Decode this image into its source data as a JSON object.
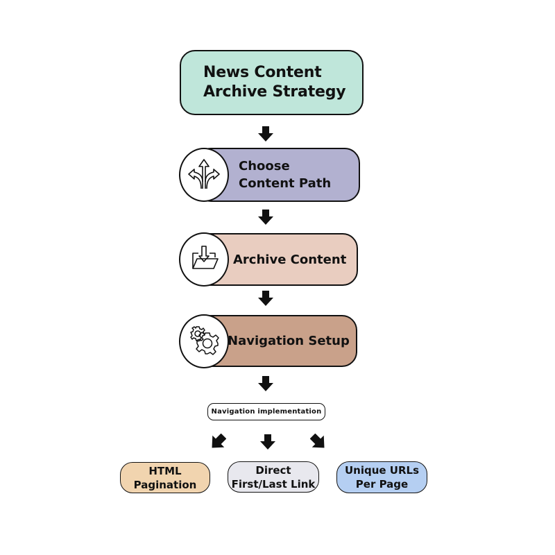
{
  "diagram": {
    "title": {
      "label": "News Content\nArchive Strategy",
      "color": "#bfe6da"
    },
    "steps": [
      {
        "label": "Choose\nContent Path",
        "icon": "split-arrows-icon",
        "color": "#b2b1d0"
      },
      {
        "label": "Archive Content",
        "icon": "folder-download-icon",
        "color": "#e9cdc0"
      },
      {
        "label": "Navigation Setup",
        "icon": "gears-icon",
        "color": "#c9a18a"
      }
    ],
    "implementation": {
      "label": "Navigation implementation"
    },
    "options": [
      {
        "label": "HTML\nPagination",
        "color": "#f1d4af"
      },
      {
        "label": "Direct\nFirst/Last Link",
        "color": "#e8e8ee"
      },
      {
        "label": "Unique URLs\nPer Page",
        "color": "#b5cff2"
      }
    ]
  }
}
